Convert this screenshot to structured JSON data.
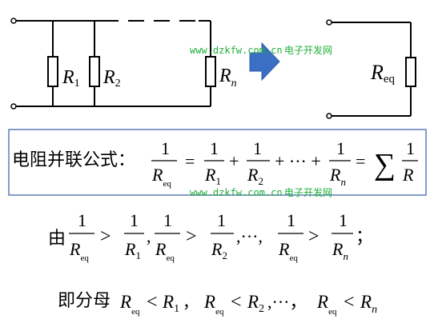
{
  "circuit_left": {
    "resistors": [
      {
        "symbol": "R",
        "sub": "1"
      },
      {
        "symbol": "R",
        "sub": "2"
      },
      {
        "symbol": "R",
        "sub": "n"
      }
    ]
  },
  "circuit_right": {
    "resistor": {
      "symbol": "R",
      "sub": "eq"
    }
  },
  "watermark": {
    "url": "www.dzkfw.com.cn",
    "site": "电子开发网"
  },
  "formula_box": {
    "label": "电阻并联公式：",
    "one": "1",
    "R": "R",
    "eq": "eq",
    "sub1": "1",
    "sub2": "2",
    "subn": "n",
    "equals": "=",
    "plus": "+",
    "dots": "+ ··· +",
    "sigma": "∑"
  },
  "inequality": {
    "prefix": "由",
    "one": "1",
    "R": "R",
    "eq": "eq",
    "sub1": "1",
    "sub2": "2",
    "subn": "n",
    "gt": ">",
    "comma": ",",
    "ellipsis": ",···,",
    "end": "；"
  },
  "conclusion": {
    "prefix": "即分母",
    "R": "R",
    "eq": "eq",
    "lt": "<",
    "sub1": "1",
    "sub2": "2",
    "subn": "n",
    "sep1": "，",
    "sep2": ",···，"
  },
  "colors": {
    "arrow": "#3a6fc4",
    "box_border": "#5b7db5",
    "watermark": "#20b03a"
  }
}
